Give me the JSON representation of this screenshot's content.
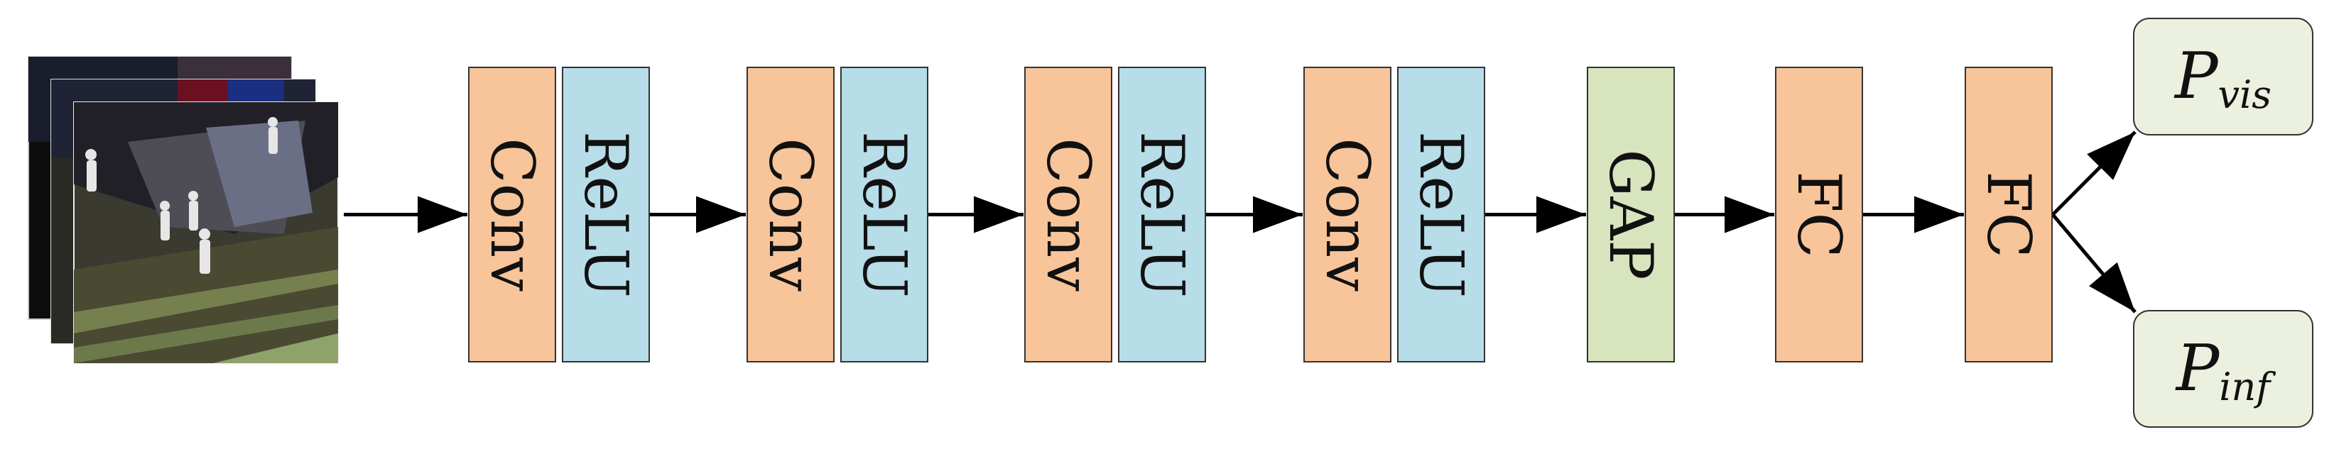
{
  "layers": [
    {
      "label": "Conv",
      "kind": "conv"
    },
    {
      "label": "ReLU",
      "kind": "relu"
    },
    {
      "label": "Conv",
      "kind": "conv"
    },
    {
      "label": "ReLU",
      "kind": "relu"
    },
    {
      "label": "Conv",
      "kind": "conv"
    },
    {
      "label": "ReLU",
      "kind": "relu"
    },
    {
      "label": "Conv",
      "kind": "conv"
    },
    {
      "label": "ReLU",
      "kind": "relu"
    },
    {
      "label": "GAP",
      "kind": "gap"
    },
    {
      "label": "FC",
      "kind": "fc"
    },
    {
      "label": "FC",
      "kind": "fc"
    }
  ],
  "outputs": [
    {
      "main": "P",
      "sub": "vis"
    },
    {
      "main": "P",
      "sub": "inf"
    }
  ],
  "colors": {
    "conv": "#f8c49a",
    "relu": "#b6dde8",
    "gap": "#d7e4bd",
    "fc": "#f8c49a",
    "output": "#ebf1de",
    "stroke": "#333333"
  }
}
